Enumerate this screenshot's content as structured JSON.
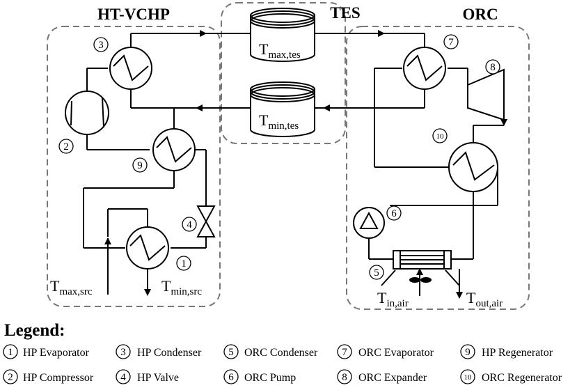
{
  "sections": {
    "htvchp": "HT-VCHP",
    "tes": "TES",
    "orc": "ORC"
  },
  "temps": {
    "tmax_tes": {
      "main": "T",
      "sub": "max,tes"
    },
    "tmin_tes": {
      "main": "T",
      "sub": "min,tes"
    },
    "tmax_src": {
      "main": "T",
      "sub": "max,src"
    },
    "tmin_src": {
      "main": "T",
      "sub": "min,src"
    },
    "tin_air": {
      "main": "T",
      "sub": "in,air"
    },
    "tout_air": {
      "main": "T",
      "sub": "out,air"
    }
  },
  "numbers": {
    "n1": "1",
    "n2": "2",
    "n3": "3",
    "n4": "4",
    "n5": "5",
    "n6": "6",
    "n7": "7",
    "n8": "8",
    "n9": "9",
    "n10": "10"
  },
  "legend": {
    "title": "Legend:",
    "items": [
      {
        "num": "1",
        "label": "HP Evaporator"
      },
      {
        "num": "2",
        "label": "HP Compressor"
      },
      {
        "num": "3",
        "label": "HP Condenser"
      },
      {
        "num": "4",
        "label": "HP Valve"
      },
      {
        "num": "5",
        "label": "ORC Condenser"
      },
      {
        "num": "6",
        "label": "ORC Pump"
      },
      {
        "num": "7",
        "label": "ORC Evaporator"
      },
      {
        "num": "8",
        "label": "ORC Expander"
      },
      {
        "num": "9",
        "label": "HP Regenerator"
      },
      {
        "num": "10",
        "label": "ORC Regenerator"
      }
    ]
  }
}
